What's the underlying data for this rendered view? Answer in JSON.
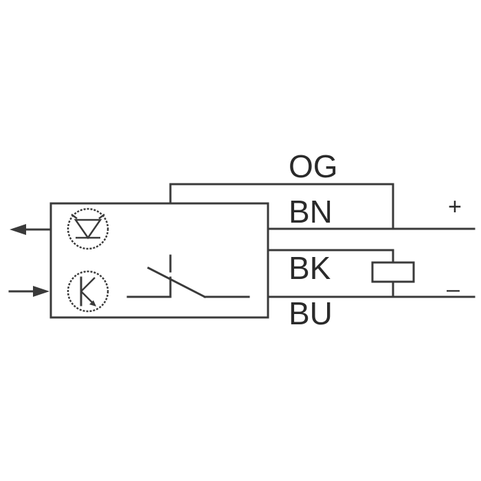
{
  "wires": {
    "og": "OG",
    "bn": "BN",
    "bk": "BK",
    "bu": "BU"
  },
  "supply": {
    "positive": "+",
    "negative": "–"
  },
  "icons": {
    "emitter": "light-emitter-icon",
    "receiver": "light-receiver-icon",
    "switch": "normally-closed-switch-icon",
    "load": "load-resistor-icon"
  },
  "colors": {
    "line": "#3a3a3a",
    "background": "#ffffff"
  }
}
